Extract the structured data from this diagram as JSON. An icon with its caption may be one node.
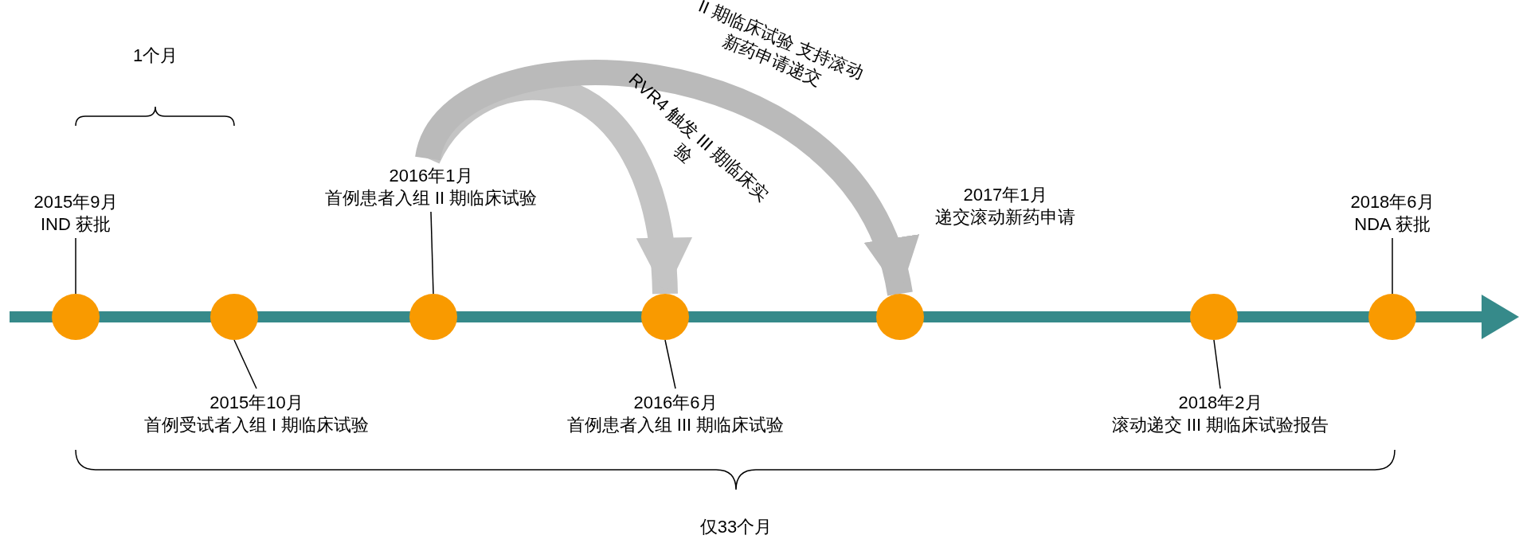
{
  "diagram": {
    "nodes": [
      {
        "text": [
          "2015年9月",
          "IND 获批"
        ]
      },
      {
        "text": [],
        "shape": "circle"
      },
      {
        "text": [
          "2015年10月",
          "首例受试者入组 I 期临床试验"
        ]
      },
      {
        "text": [],
        "shape": "circle"
      },
      {
        "text": [
          "2016年1月",
          "首例患者入组 II 期临床试验"
        ]
      },
      {
        "text": [],
        "shape": "circle"
      },
      {
        "text": [
          "2016年6月",
          "首例患者入组 III 期临床试验"
        ]
      },
      {
        "text": [],
        "shape": "circle"
      },
      {
        "text": [
          "2017年1月",
          "递交滚动新药申请"
        ]
      },
      {
        "text": [],
        "shape": "circle"
      },
      {
        "text": [
          "2018年2月",
          "滚动递交 III 期临床试验报告"
        ]
      },
      {
        "text": [],
        "shape": "circle"
      },
      {
        "text": [
          "2018年6月",
          "NDA 获批"
        ]
      },
      {
        "text": [],
        "shape": "circle"
      }
    ],
    "edges": [
      {
        "from": 0,
        "to": 1,
        "arrow": "none"
      },
      {
        "from": 2,
        "to": 3,
        "arrow": "none"
      },
      {
        "from": 4,
        "to": 5,
        "arrow": "none"
      },
      {
        "from": 6,
        "to": 7,
        "arrow": "none"
      },
      {
        "from": 10,
        "to": 11,
        "arrow": "none"
      },
      {
        "from": 12,
        "to": 13,
        "arrow": "none"
      },
      {
        "from": 4,
        "to": 7,
        "arrow": "to",
        "label": "RVR4 触发 III 期临床实验",
        "style": "thick",
        "color": "#c4c4c4"
      },
      {
        "from": 4,
        "to": 9,
        "arrow": "to",
        "label": "II 期临床试验 支持滚动新药申请递交",
        "style": "thick",
        "color": "#bababa"
      }
    ],
    "labels": [
      "1个月",
      "仅33个月"
    ]
  }
}
